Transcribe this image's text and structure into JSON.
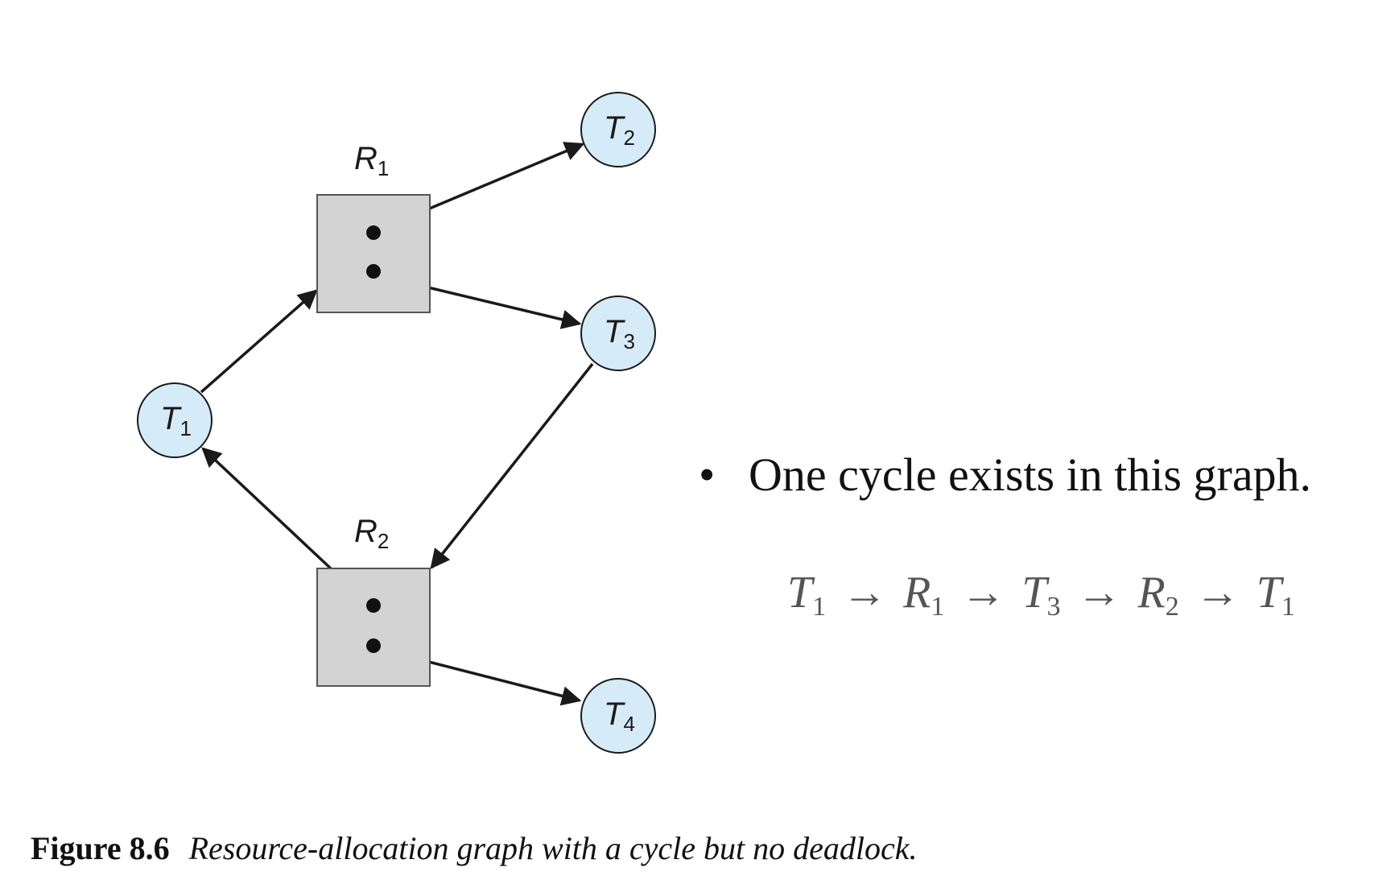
{
  "diagram": {
    "resources": [
      {
        "id": "R1",
        "letter": "R",
        "sub": "1"
      },
      {
        "id": "R2",
        "letter": "R",
        "sub": "2"
      }
    ],
    "threads": [
      {
        "id": "T1",
        "letter": "T",
        "sub": "1"
      },
      {
        "id": "T2",
        "letter": "T",
        "sub": "2"
      },
      {
        "id": "T3",
        "letter": "T",
        "sub": "3"
      },
      {
        "id": "T4",
        "letter": "T",
        "sub": "4"
      }
    ],
    "edges": [
      {
        "from": "T1",
        "to": "R1",
        "type": "request"
      },
      {
        "from": "R1",
        "to": "T2",
        "type": "assignment"
      },
      {
        "from": "R1",
        "to": "T3",
        "type": "assignment"
      },
      {
        "from": "T3",
        "to": "R2",
        "type": "request"
      },
      {
        "from": "R2",
        "to": "T1",
        "type": "assignment"
      },
      {
        "from": "R2",
        "to": "T4",
        "type": "assignment"
      }
    ],
    "colors": {
      "thread_fill": "#d6ebf8",
      "resource_fill": "#d3d3d3",
      "stroke": "#1a1a1a"
    }
  },
  "bullet": {
    "marker": "•",
    "text": "One cycle exists in this graph."
  },
  "cycle": [
    {
      "letter": "T",
      "sub": "1"
    },
    {
      "letter": "R",
      "sub": "1"
    },
    {
      "letter": "T",
      "sub": "3"
    },
    {
      "letter": "R",
      "sub": "2"
    },
    {
      "letter": "T",
      "sub": "1"
    }
  ],
  "arrow_symbol": "→",
  "caption": {
    "figure": "Figure 8.6",
    "text": "Resource-allocation graph with a cycle but no deadlock."
  }
}
